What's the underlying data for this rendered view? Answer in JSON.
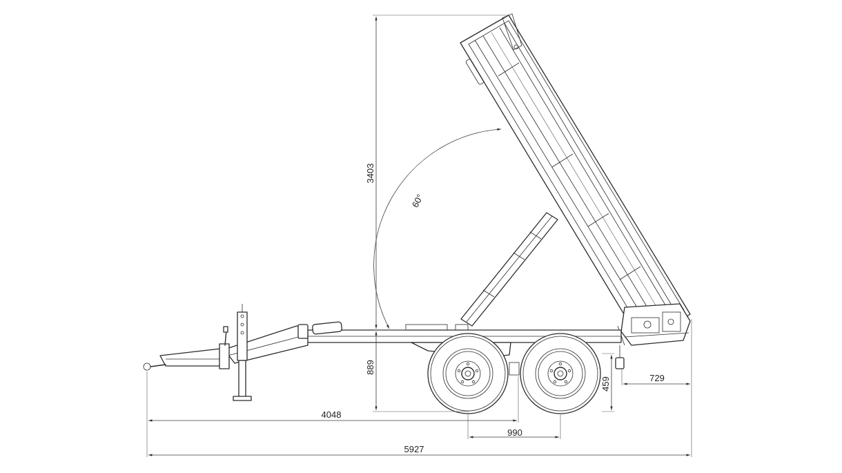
{
  "dimensions": {
    "height_raised": "3403",
    "tip_angle": "60°",
    "chassis_height": "889",
    "rear_overhang": "729",
    "drawbar_to_axle": "4048",
    "axle_spacing": "990",
    "rear_height": "459",
    "overall_length": "5927"
  }
}
